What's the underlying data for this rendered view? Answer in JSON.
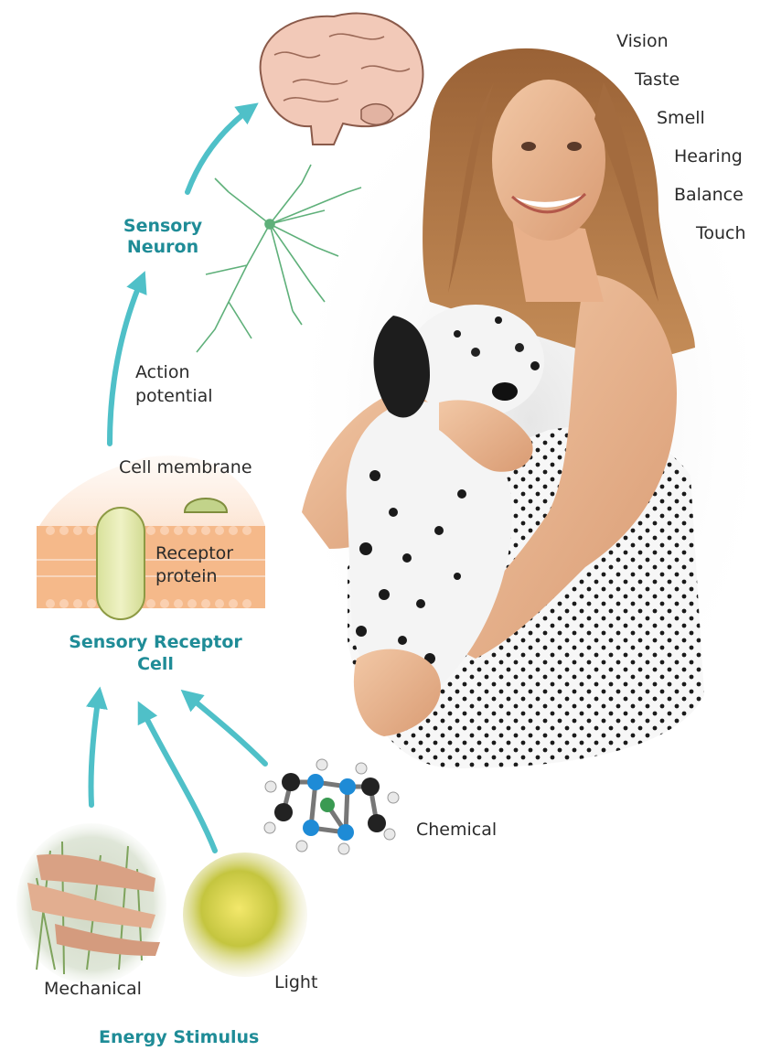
{
  "senses": [
    "Vision",
    "Taste",
    "Smell",
    "Hearing",
    "Balance",
    "Touch"
  ],
  "labels": {
    "sensory_neuron_line1": "Sensory",
    "sensory_neuron_line2": "Neuron",
    "action_potential_line1": "Action",
    "action_potential_line2": "potential",
    "cell_membrane": "Cell membrane",
    "receptor_protein_line1": "Receptor",
    "receptor_protein_line2": "protein",
    "sensory_receptor_cell_line1": "Sensory Receptor",
    "sensory_receptor_cell_line2": "Cell",
    "chemical": "Chemical",
    "mechanical": "Mechanical",
    "light": "Light",
    "energy_stimulus": "Energy Stimulus"
  },
  "colors": {
    "accent_teal": "#1f8c97",
    "arrow": "#4fc0c8",
    "membrane": "#f5b98a",
    "protein": "#e3eab0",
    "brain": "#f2c9b8",
    "neuron": "#5fb07a"
  }
}
